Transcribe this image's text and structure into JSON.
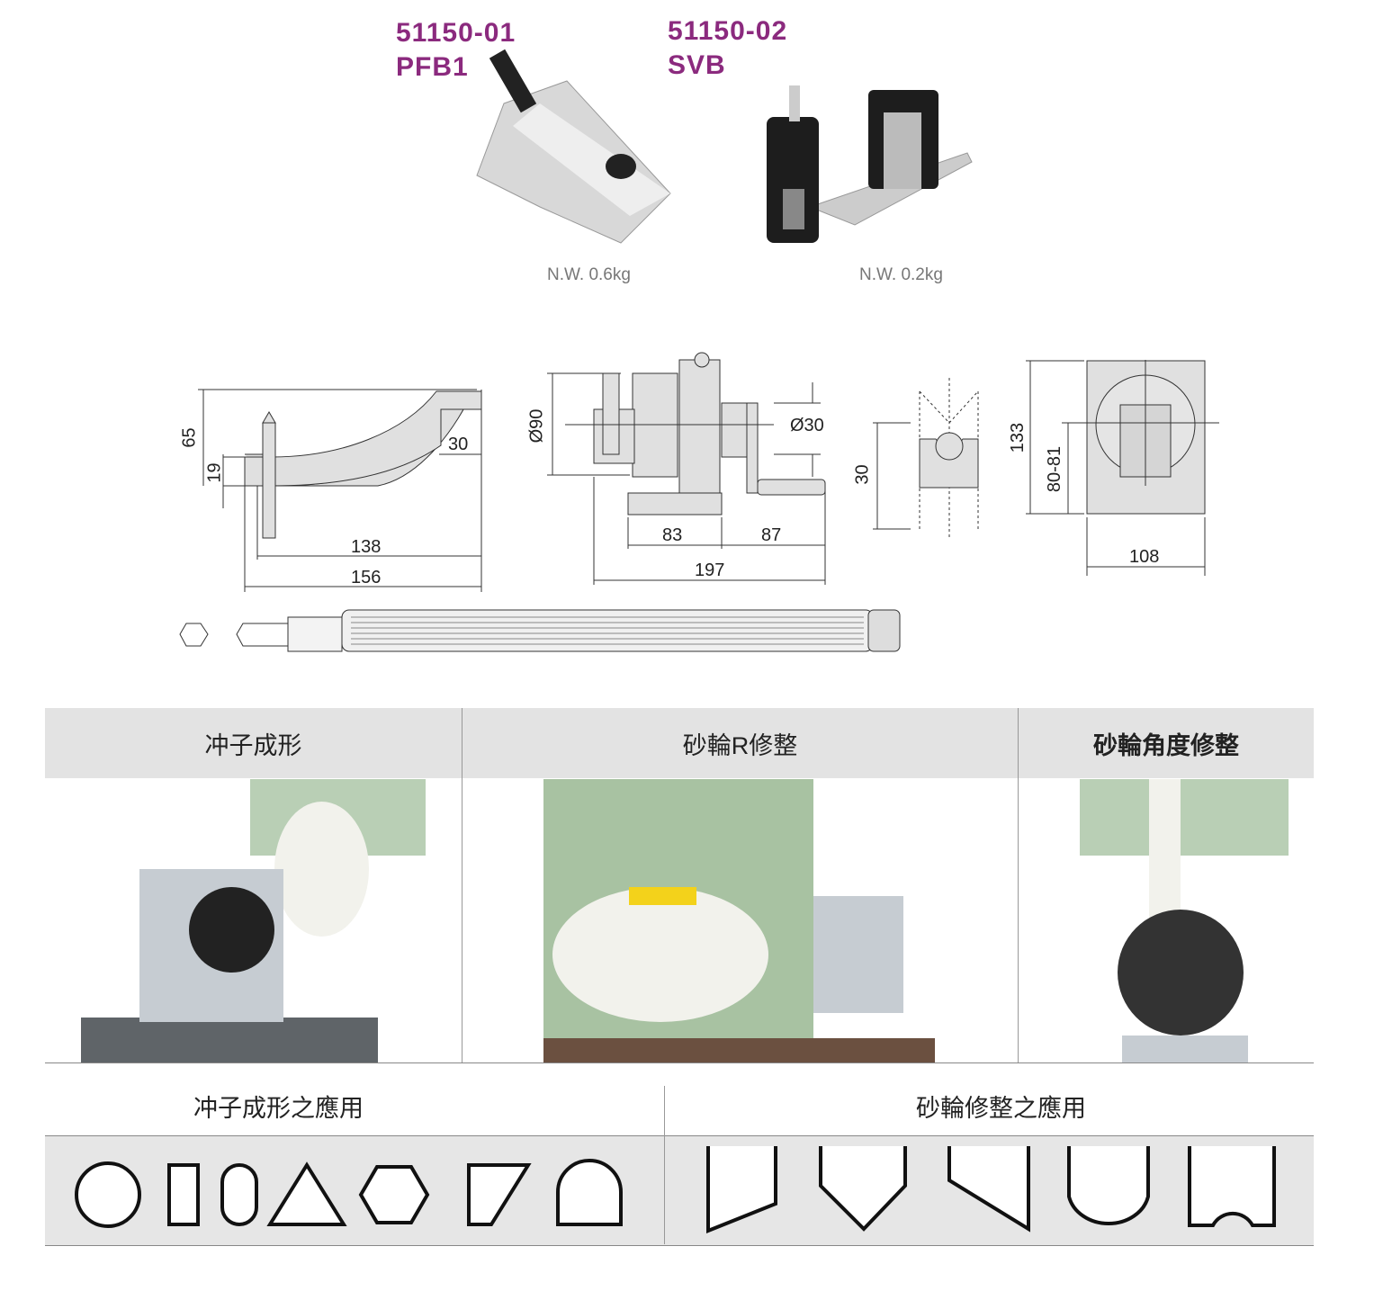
{
  "products": [
    {
      "code": "51150-01",
      "name": "PFB1",
      "weight": "N.W. 0.6kg"
    },
    {
      "code": "51150-02",
      "name": "SVB",
      "weight": "N.W. 0.2kg"
    }
  ],
  "dimensions": {
    "arm": {
      "height": "65",
      "tip": "19",
      "end": "30",
      "inner": "138",
      "total": "156"
    },
    "head": {
      "dia": "Ø90",
      "shaft": "Ø30",
      "left": "83",
      "right": "87",
      "total": "197"
    },
    "vblock": {
      "height": "30"
    },
    "front": {
      "height": "133",
      "center": "80-81",
      "width": "108"
    }
  },
  "table": {
    "headers": [
      "冲子成形",
      "砂輪R修整",
      "砂輪角度修整"
    ]
  },
  "applications": {
    "punch_title": "冲子成形之應用",
    "wheel_title": "砂輪修整之應用",
    "punch_shapes": [
      "circle",
      "rectangle",
      "slot",
      "triangle",
      "hexagon",
      "trapezoid",
      "arch"
    ],
    "wheel_profiles": [
      "angled",
      "v-point",
      "bevel",
      "round",
      "concave-r"
    ]
  },
  "colors": {
    "accent": "#8b2a7e",
    "header_bg": "#e3e3e3",
    "machine_green": "#b9cfb5"
  }
}
